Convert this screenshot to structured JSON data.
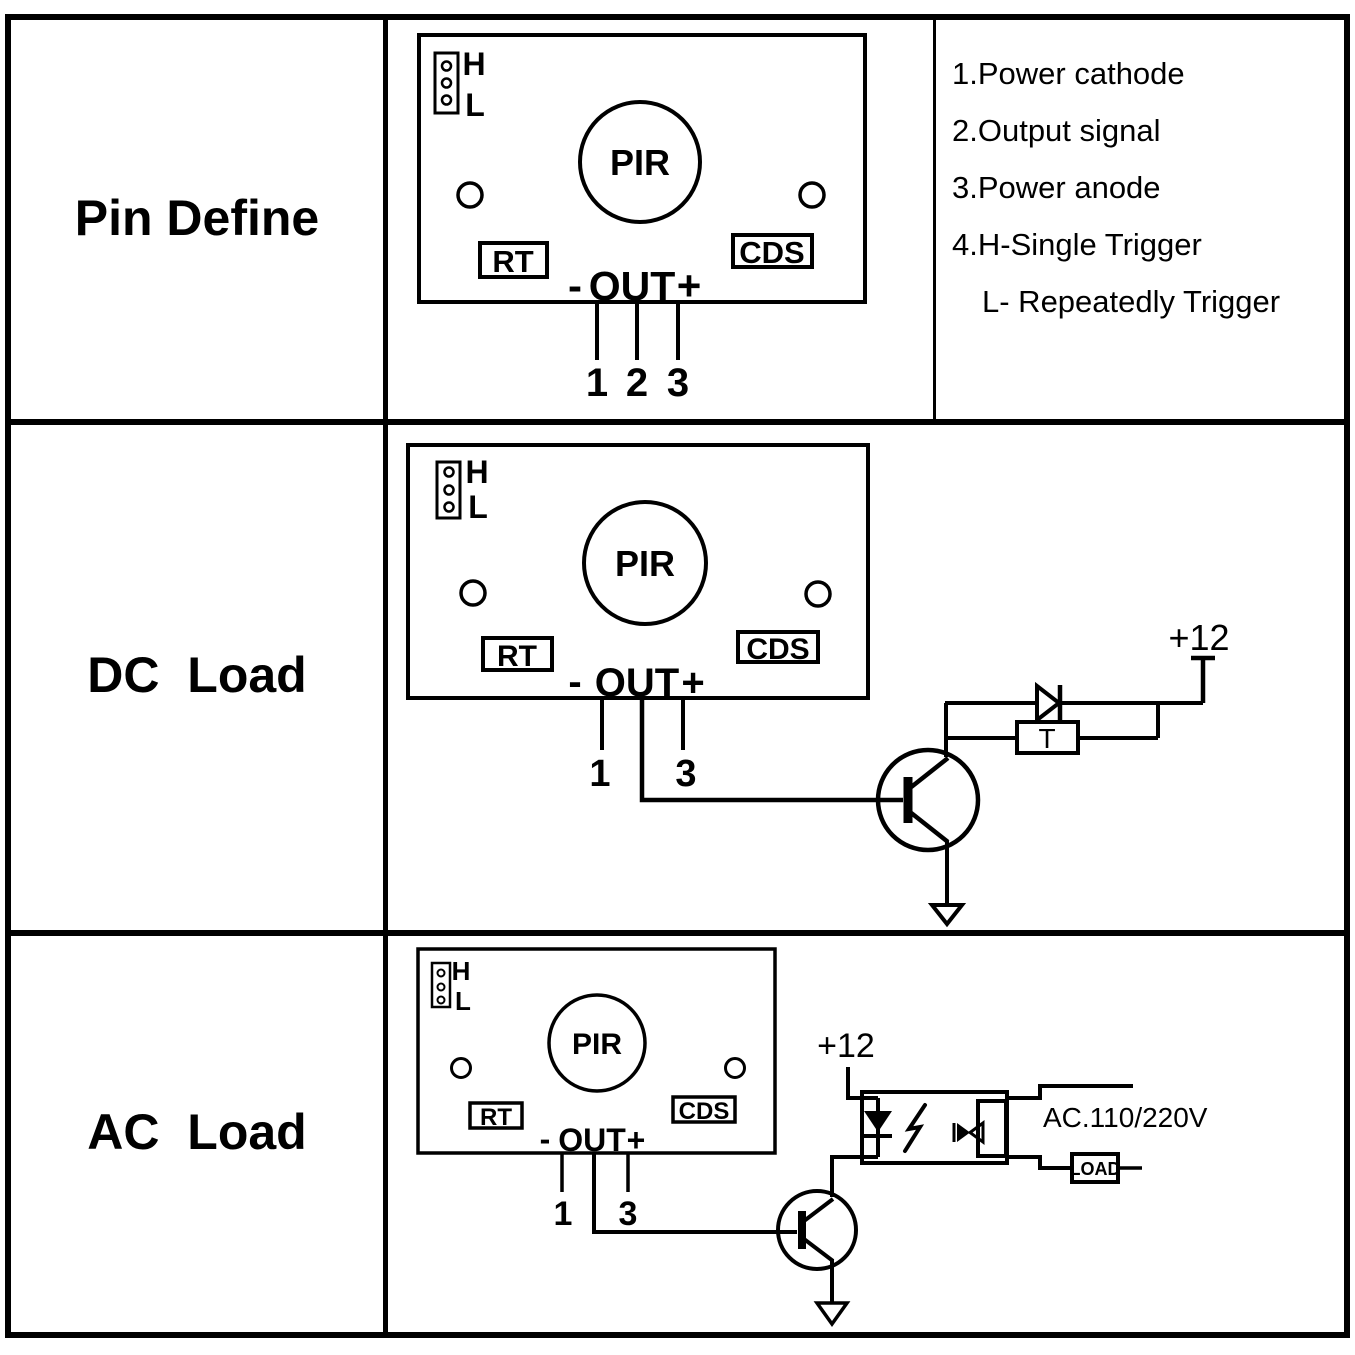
{
  "table": {
    "rows": [
      {
        "label": "Pin Define"
      },
      {
        "label": "DC  Load"
      },
      {
        "label": "AC  Load"
      }
    ]
  },
  "pin_list": {
    "items": [
      "1.Power cathode",
      "2.Output signal",
      "3.Power anode",
      "4.H-Single Trigger",
      "L- Repeatedly Trigger"
    ]
  },
  "board": {
    "jumper_high": "H",
    "jumper_low": "L",
    "sensor": "PIR",
    "rt": "RT",
    "cds": "CDS",
    "out_minus": "-",
    "out": "OUT",
    "out_plus": "+",
    "pin1": "1",
    "pin2": "2",
    "pin3": "3"
  },
  "dc_circuit": {
    "supply": "+12",
    "relay": "T"
  },
  "ac_circuit": {
    "supply": "+12",
    "mains": "AC.110/220V",
    "load": "LOAD"
  },
  "colors": {
    "ink": "#000000",
    "paper": "#ffffff"
  }
}
